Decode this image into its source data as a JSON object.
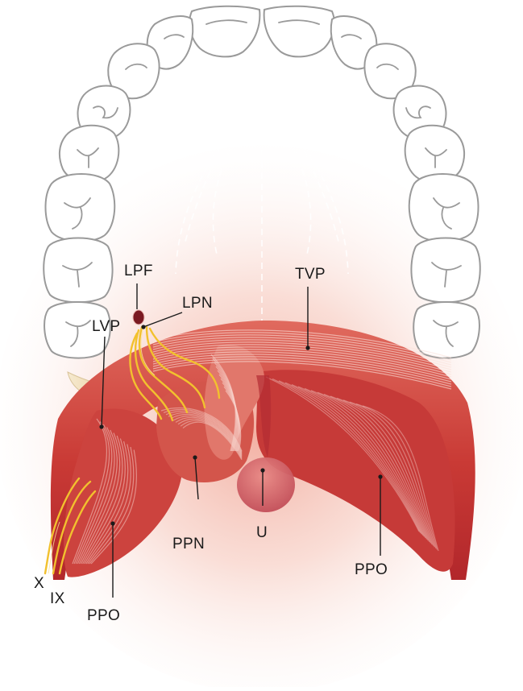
{
  "labels": {
    "lpf": "LPF",
    "lpn": "LPN",
    "lvp": "LVP",
    "tvp": "TVP",
    "ppn": "PPN",
    "u": "U",
    "ppo_left": "PPO",
    "ppo_right": "PPO",
    "x": "X",
    "ix": "IX"
  },
  "colors": {
    "tooth_stroke": "#9a9a9a",
    "muscle_dark": "#b8262a",
    "muscle_mid": "#d2453c",
    "muscle_light": "#e8716a",
    "nerve": "#f2c12e",
    "glow": "#f3b1a3"
  }
}
